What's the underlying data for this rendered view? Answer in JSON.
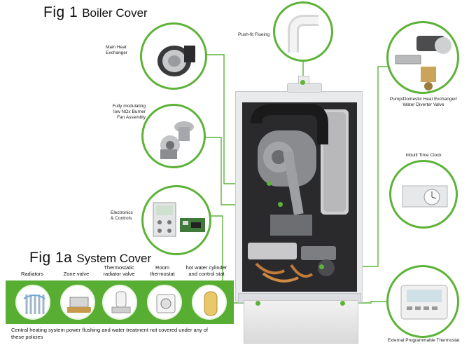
{
  "fig1": {
    "number": "Fig 1",
    "title": "Boiler Cover"
  },
  "fig1a": {
    "number": "Fig 1a",
    "title": "System Cover"
  },
  "callouts": {
    "main_heat_exchanger": [
      "Main Heat",
      "Exchanger"
    ],
    "burner_fan": [
      "Fully modulating",
      "low NOx Burner",
      "Fan  Assembly"
    ],
    "electronics": [
      "Electronics",
      "& Controls"
    ],
    "push_fit_flueing": "Push-fit Flueing",
    "pump_diverter": [
      "Pump/Domestic Heat Exchanger/",
      "Water Diverter Valve"
    ],
    "time_clock": "Inbuilt Time Clock",
    "thermostat": "External Programmable Thermostat"
  },
  "system_items": [
    {
      "label": [
        "Radiators"
      ],
      "icon": "radiator-icon"
    },
    {
      "label": [
        "Zone valve"
      ],
      "icon": "zone-valve-icon"
    },
    {
      "label": [
        "Thermostatic",
        "radiator valve"
      ],
      "icon": "trv-icon"
    },
    {
      "label": [
        "Room",
        "thermostat"
      ],
      "icon": "room-thermostat-icon"
    },
    {
      "label": [
        "hot water cylinder",
        "and control stat"
      ],
      "icon": "cylinder-icon"
    }
  ],
  "footnote": [
    "Central heating system power flushing and water treatment not covered under any of",
    "these policies"
  ],
  "colors": {
    "accent": "#5cb338",
    "strip": "#58ad33"
  }
}
